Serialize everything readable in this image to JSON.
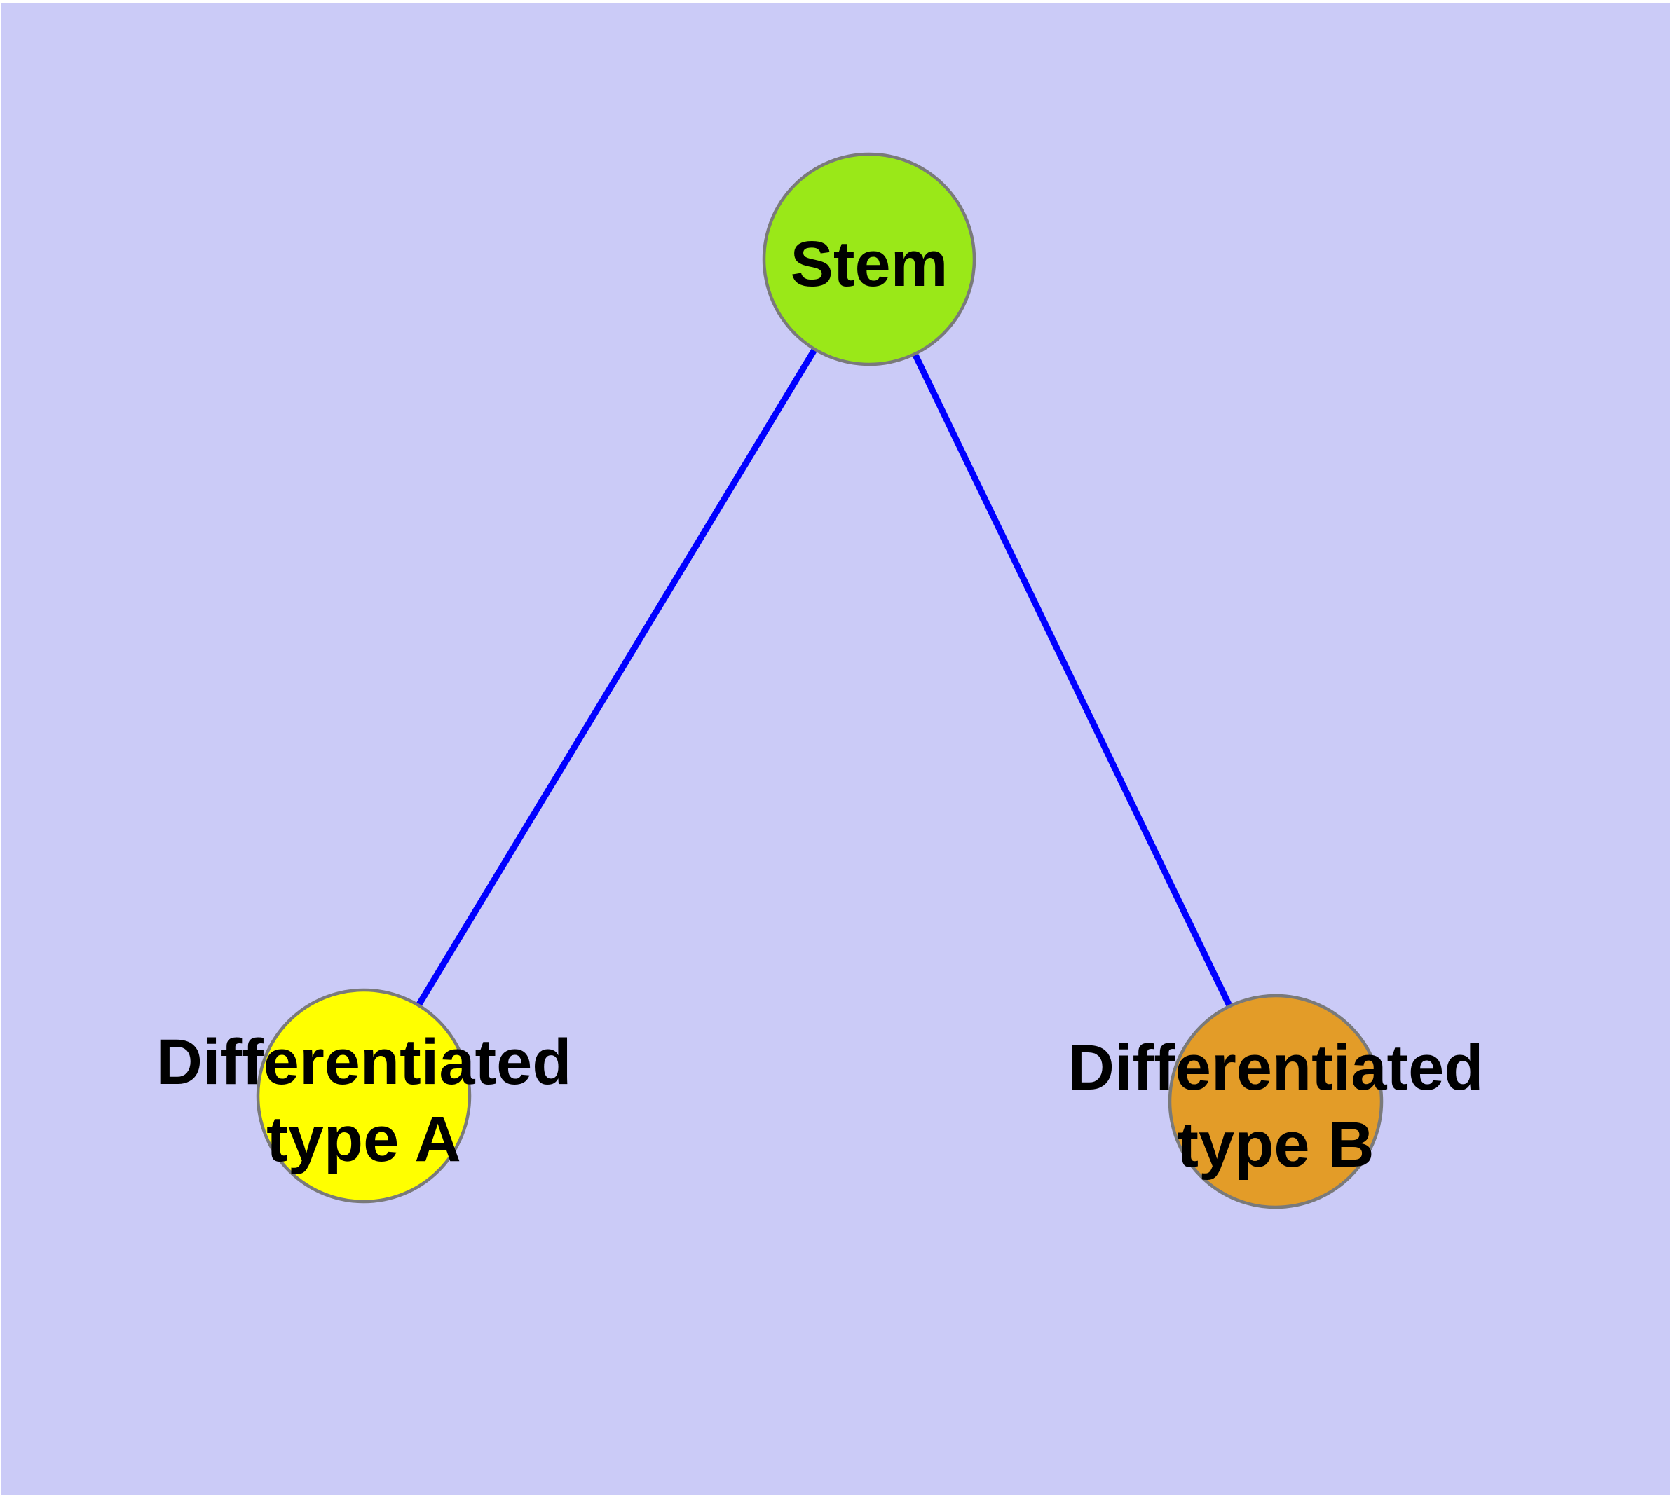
{
  "colors": {
    "background": "#CBCBF7",
    "edge": "#0000FF",
    "node_border": "#7A7A7A",
    "label_text": "#000000"
  },
  "diagram": {
    "type": "graph",
    "title": "",
    "nodes": [
      {
        "id": "stem",
        "label": "Stem",
        "label_lines": [
          "Stem"
        ],
        "fill": "#9AE818"
      },
      {
        "id": "differentiated-type-a",
        "label": "Differentiated type A",
        "label_lines": [
          "Differentiated",
          "type A"
        ],
        "fill": "#FFFF00"
      },
      {
        "id": "differentiated-type-b",
        "label": "Differentiated type B",
        "label_lines": [
          "Differentiated",
          "type B"
        ],
        "fill": "#E39C28"
      }
    ],
    "edges": [
      {
        "source": "Stem",
        "target": "Differentiated type A"
      },
      {
        "source": "Stem",
        "target": "Differentiated type B"
      }
    ]
  }
}
